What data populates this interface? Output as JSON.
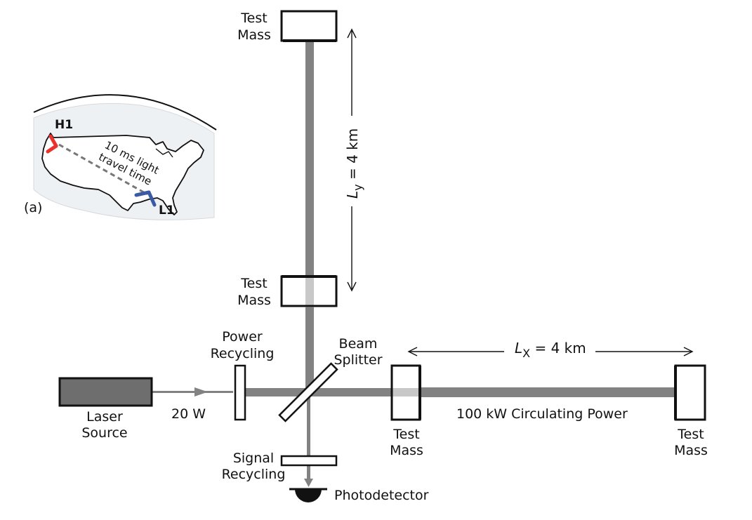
{
  "inset": {
    "panel_label": "(a)",
    "site_h1": "H1",
    "site_l1": "L1",
    "travel_line1": "10 ms light",
    "travel_line2": "travel time",
    "colors": {
      "h1": "#e8322b",
      "l1": "#3a5aa6",
      "outline": "#111111",
      "landmass": "#e6e9ec"
    }
  },
  "labels": {
    "test_mass_top_1": "Test",
    "test_mass_top_2": "Mass",
    "test_mass_mid_1": "Test",
    "test_mass_mid_2": "Mass",
    "test_mass_near_1": "Test",
    "test_mass_near_2": "Mass",
    "test_mass_far_1": "Test",
    "test_mass_far_2": "Mass",
    "power_recycling_1": "Power",
    "power_recycling_2": "Recycling",
    "beam_splitter_1": "Beam",
    "beam_splitter_2": "Splitter",
    "laser_1": "Laser",
    "laser_2": "Source",
    "input_power": "20 W",
    "circulating_power": "100 kW Circulating Power",
    "signal_recycling_1": "Signal",
    "signal_recycling_2": "Recycling",
    "photodetector": "Photodetector",
    "ly_symbol": "L",
    "ly_sub": "y",
    "ly_value": " = 4 km",
    "lx_symbol": "L",
    "lx_sub": "X",
    "lx_value": " = 4 km"
  },
  "colors": {
    "beam": "#828282",
    "beam_light": "#c8c8c8",
    "laser_fill": "#6e6e6e",
    "stroke": "#111111"
  }
}
